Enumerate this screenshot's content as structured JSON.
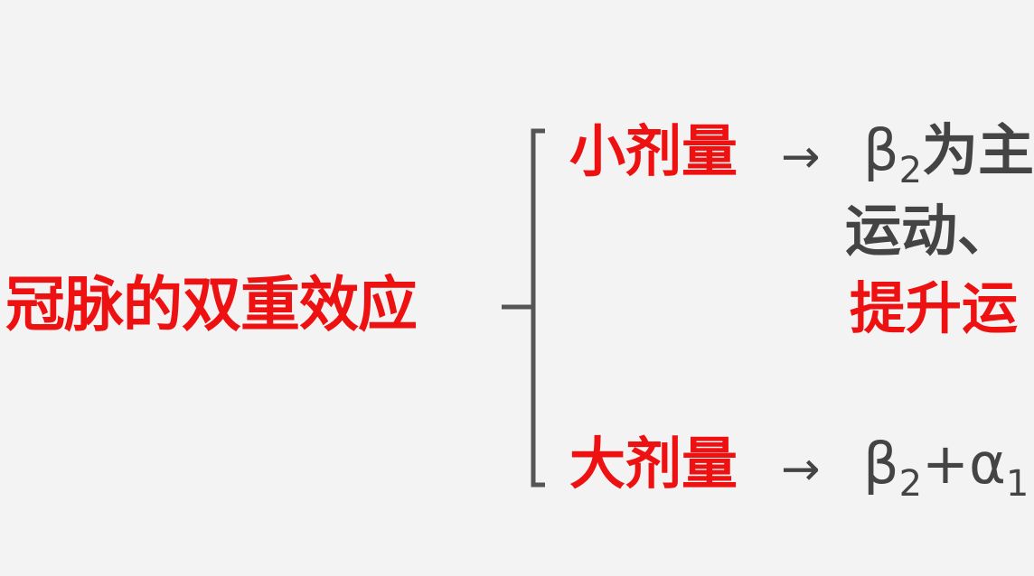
{
  "diagram": {
    "main_topic": "冠脉的双重效应",
    "branches": [
      {
        "label": "小剂量",
        "arrow": "→",
        "result_base": "β",
        "result_sub": "2",
        "result_rest": "为主",
        "line2": "运动、",
        "line3": "提升运"
      },
      {
        "label": "大剂量",
        "arrow": "→",
        "result_base": "β",
        "result_sub": "2",
        "result_plus": "+α",
        "result_sub2": "1"
      }
    ]
  },
  "colors": {
    "background": "#f3f3f3",
    "accent_red": "#ee1111",
    "text_gray": "#444444",
    "bracket": "#555555"
  }
}
